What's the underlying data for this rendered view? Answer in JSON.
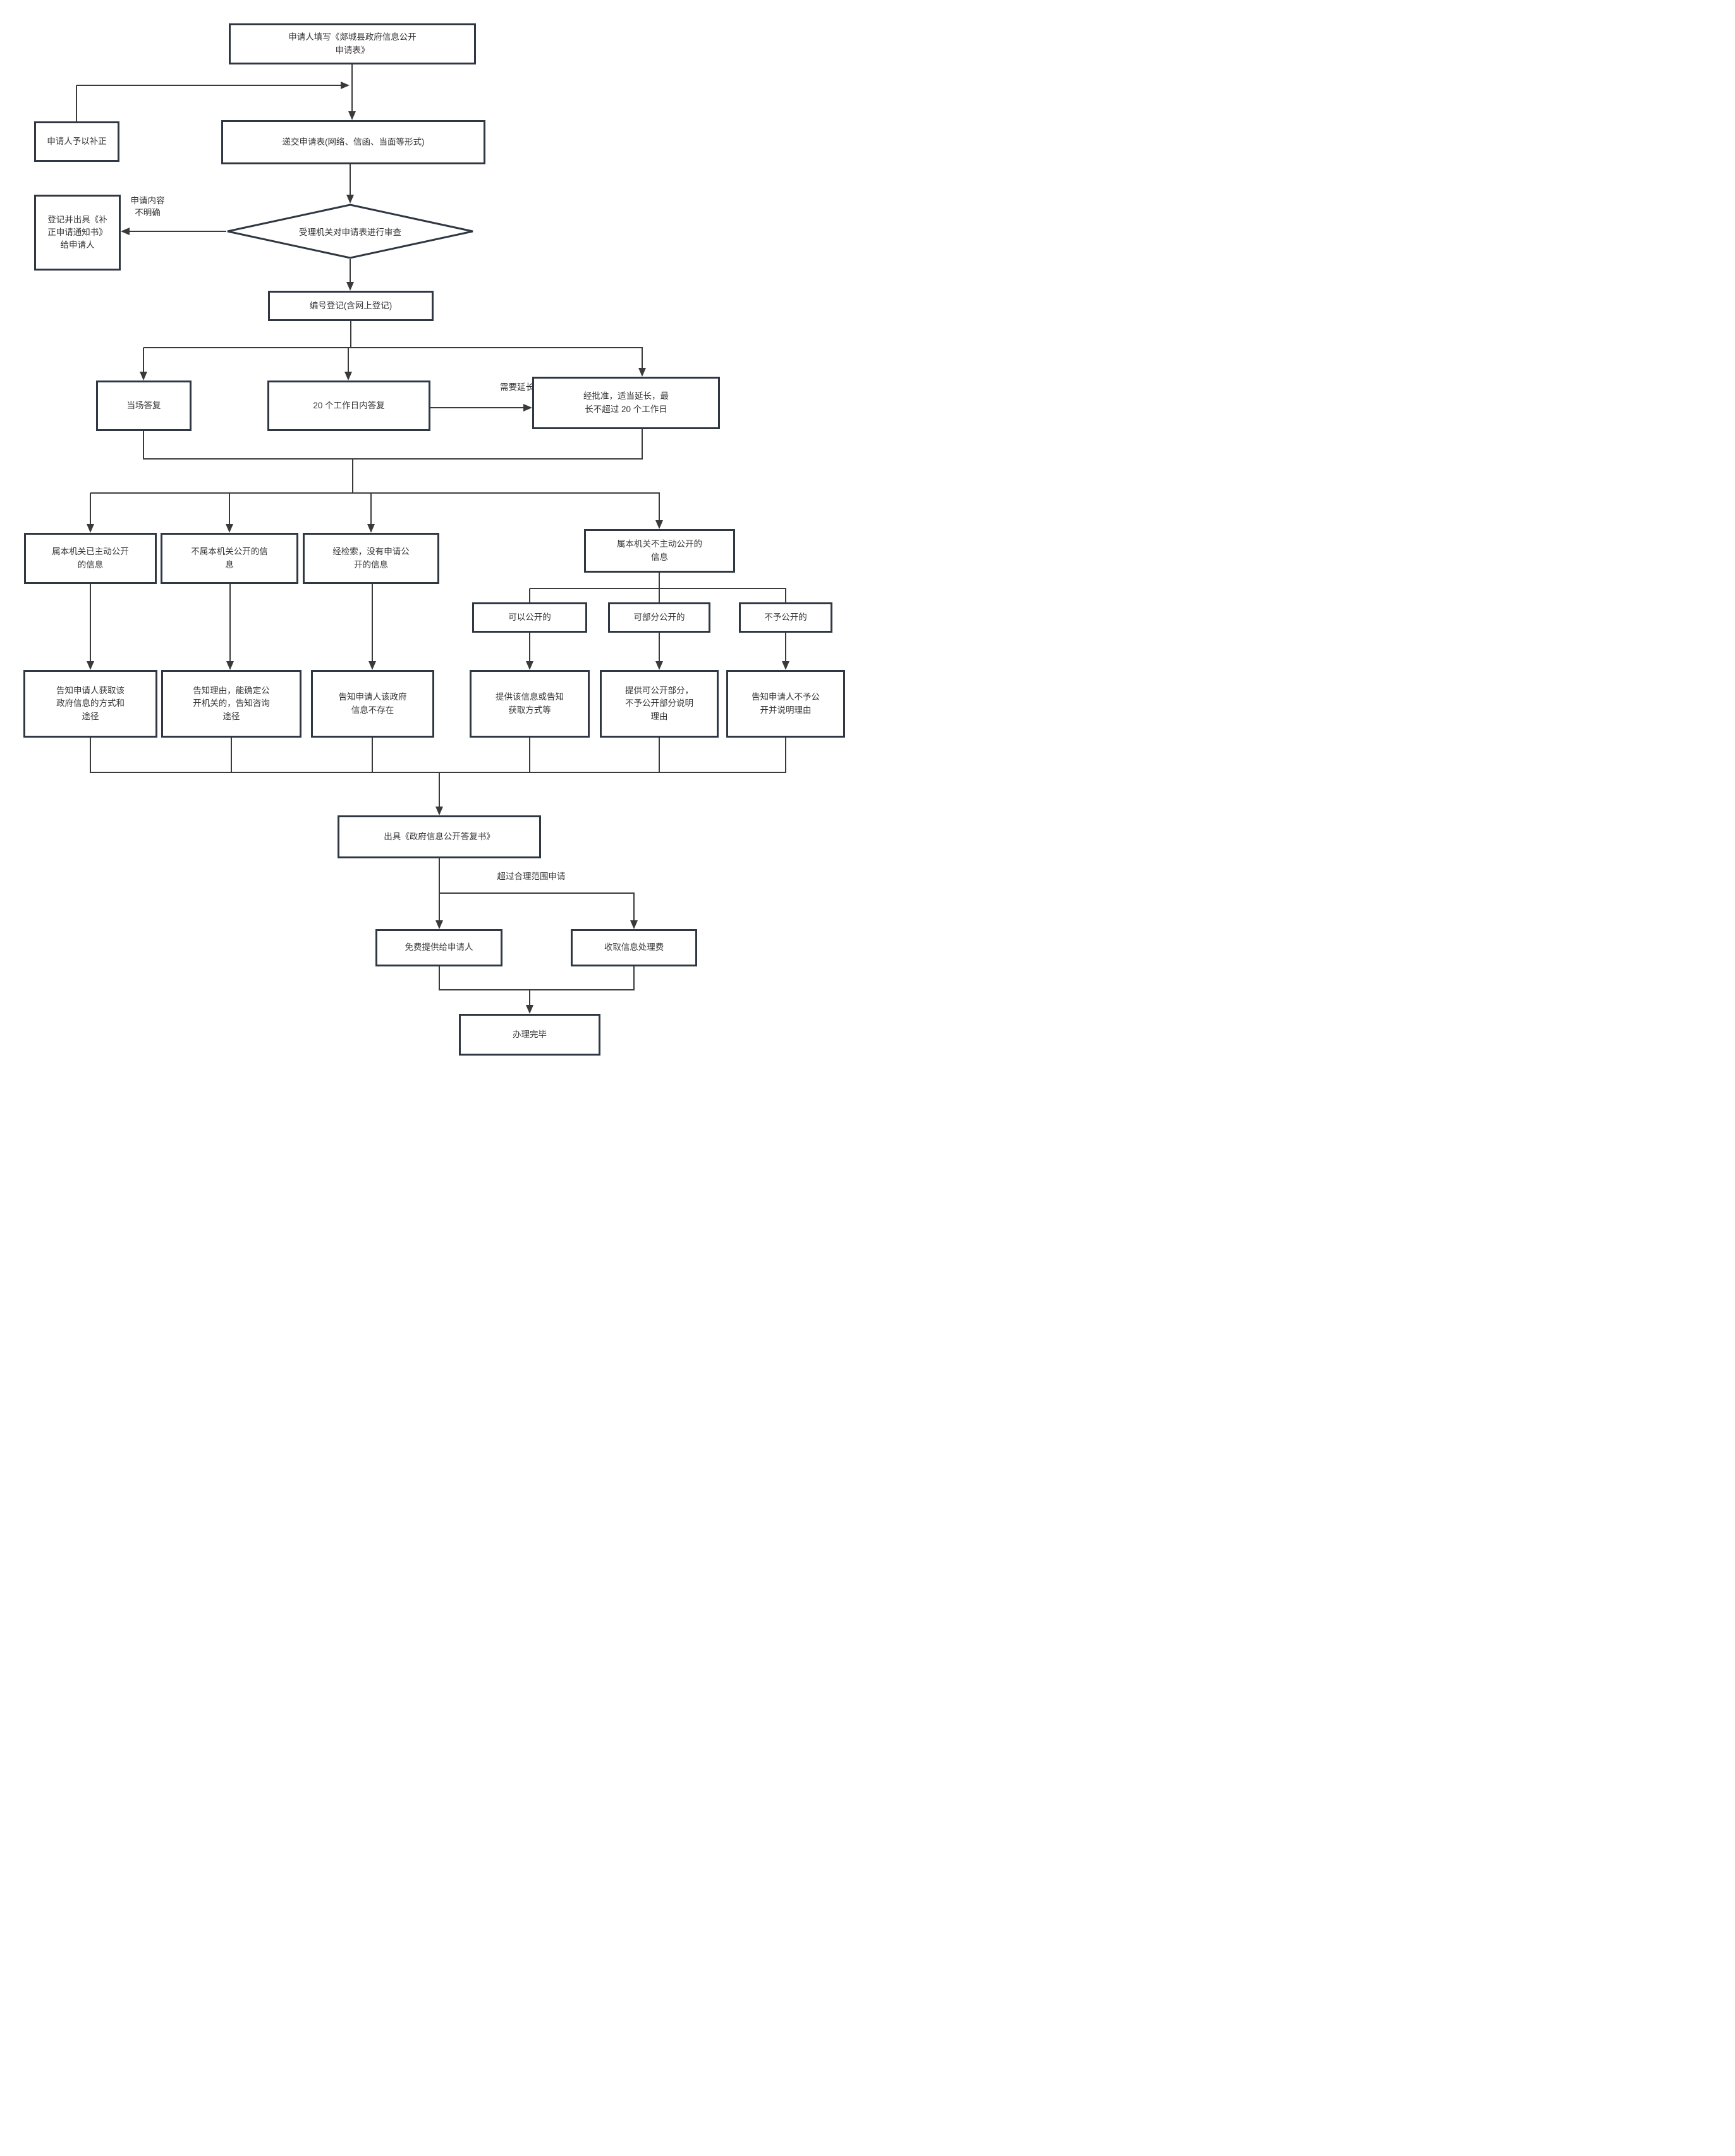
{
  "flowchart": {
    "nodes": {
      "fill_form": {
        "label": "申请人填写《郯城县政府信息公开\n申请表》"
      },
      "supplement": {
        "label": "申请人予以补正"
      },
      "submit": {
        "label": "递交申请表(网络、信函、当面等形式)"
      },
      "register_notice": {
        "label": "登记并出具《补\n正申请通知书》\n给申请人"
      },
      "review": {
        "label": "受理机关对申请表进行审查"
      },
      "number_register": {
        "label": "编号登记(含网上登记)"
      },
      "onsite_reply": {
        "label": "当场答复"
      },
      "reply_20_days": {
        "label": "20 个工作日内答复"
      },
      "extension": {
        "label": "经批准，适当延长，最\n长不超过 20 个工作日"
      },
      "cat_already_public": {
        "label": "属本机关已主动公开\n的信息"
      },
      "cat_not_this_org": {
        "label": "不属本机关公开的信\n息"
      },
      "cat_not_found": {
        "label": "经检索，没有申请公\n开的信息"
      },
      "cat_not_proactive": {
        "label": "属本机关不主动公开的\n信息"
      },
      "opt_public": {
        "label": "可以公开的"
      },
      "opt_partial": {
        "label": "可部分公开的"
      },
      "opt_no": {
        "label": "不予公开的"
      },
      "res_inform_way": {
        "label": "告知申请人获取该\n政府信息的方式和\n途径"
      },
      "res_inform_reason": {
        "label": "告知理由，能确定公\n开机关的，告知咨询\n途径"
      },
      "res_not_exist": {
        "label": "告知申请人该政府\n信息不存在"
      },
      "res_provide": {
        "label": "提供该信息或告知\n获取方式等"
      },
      "res_partial": {
        "label": "提供可公开部分，\n不予公开部分说明\n理由"
      },
      "res_refuse": {
        "label": "告知申请人不予公\n开并说明理由"
      },
      "reply_letter": {
        "label": "出具《政府信息公开答复书》"
      },
      "free": {
        "label": "免费提供给申请人"
      },
      "fee": {
        "label": "收取信息处理费"
      },
      "done": {
        "label": "办理完毕"
      }
    },
    "edge_labels": {
      "unclear": "申请内容\n不明确",
      "need_extend": "需要延长",
      "over_scope": "超过合理范围申请"
    },
    "colors": {
      "border": "#2e3742",
      "line": "#3a3a3a",
      "text": "#333333",
      "background": "#ffffff"
    }
  }
}
